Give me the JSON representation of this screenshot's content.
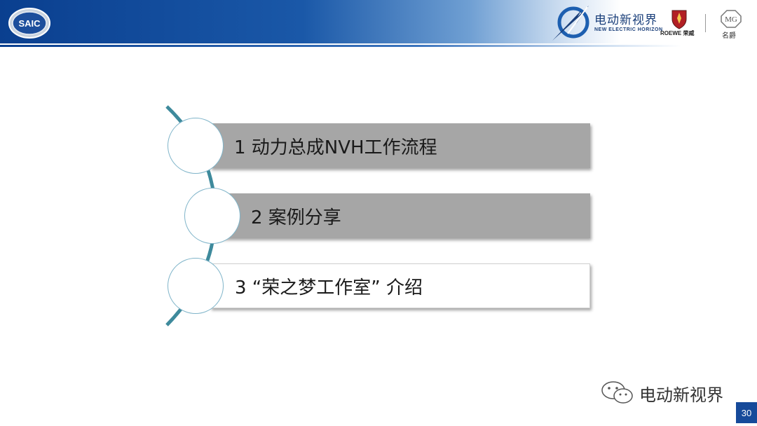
{
  "header": {
    "saic_logo_text": "SAIC",
    "brand_cn": "电动新视界",
    "brand_en": "NEW ELECTRIC HORIZON",
    "roewe_text": "ROEWE 荣威",
    "mg_text": "名爵",
    "band_color": "#0a3f8f"
  },
  "agenda": {
    "items": [
      {
        "label": "1 动力总成NVH工作流程",
        "style": "gray"
      },
      {
        "label": "2 案例分享",
        "style": "gray"
      },
      {
        "label": "3 “荣之梦工作室” 介绍",
        "style": "white"
      }
    ],
    "arc_color": "#3e8a9c"
  },
  "footer": {
    "watermark_text": "电动新视界",
    "wechat_icon": "wechat-icon",
    "page_number": "30",
    "page_badge_color": "#164a9a"
  }
}
